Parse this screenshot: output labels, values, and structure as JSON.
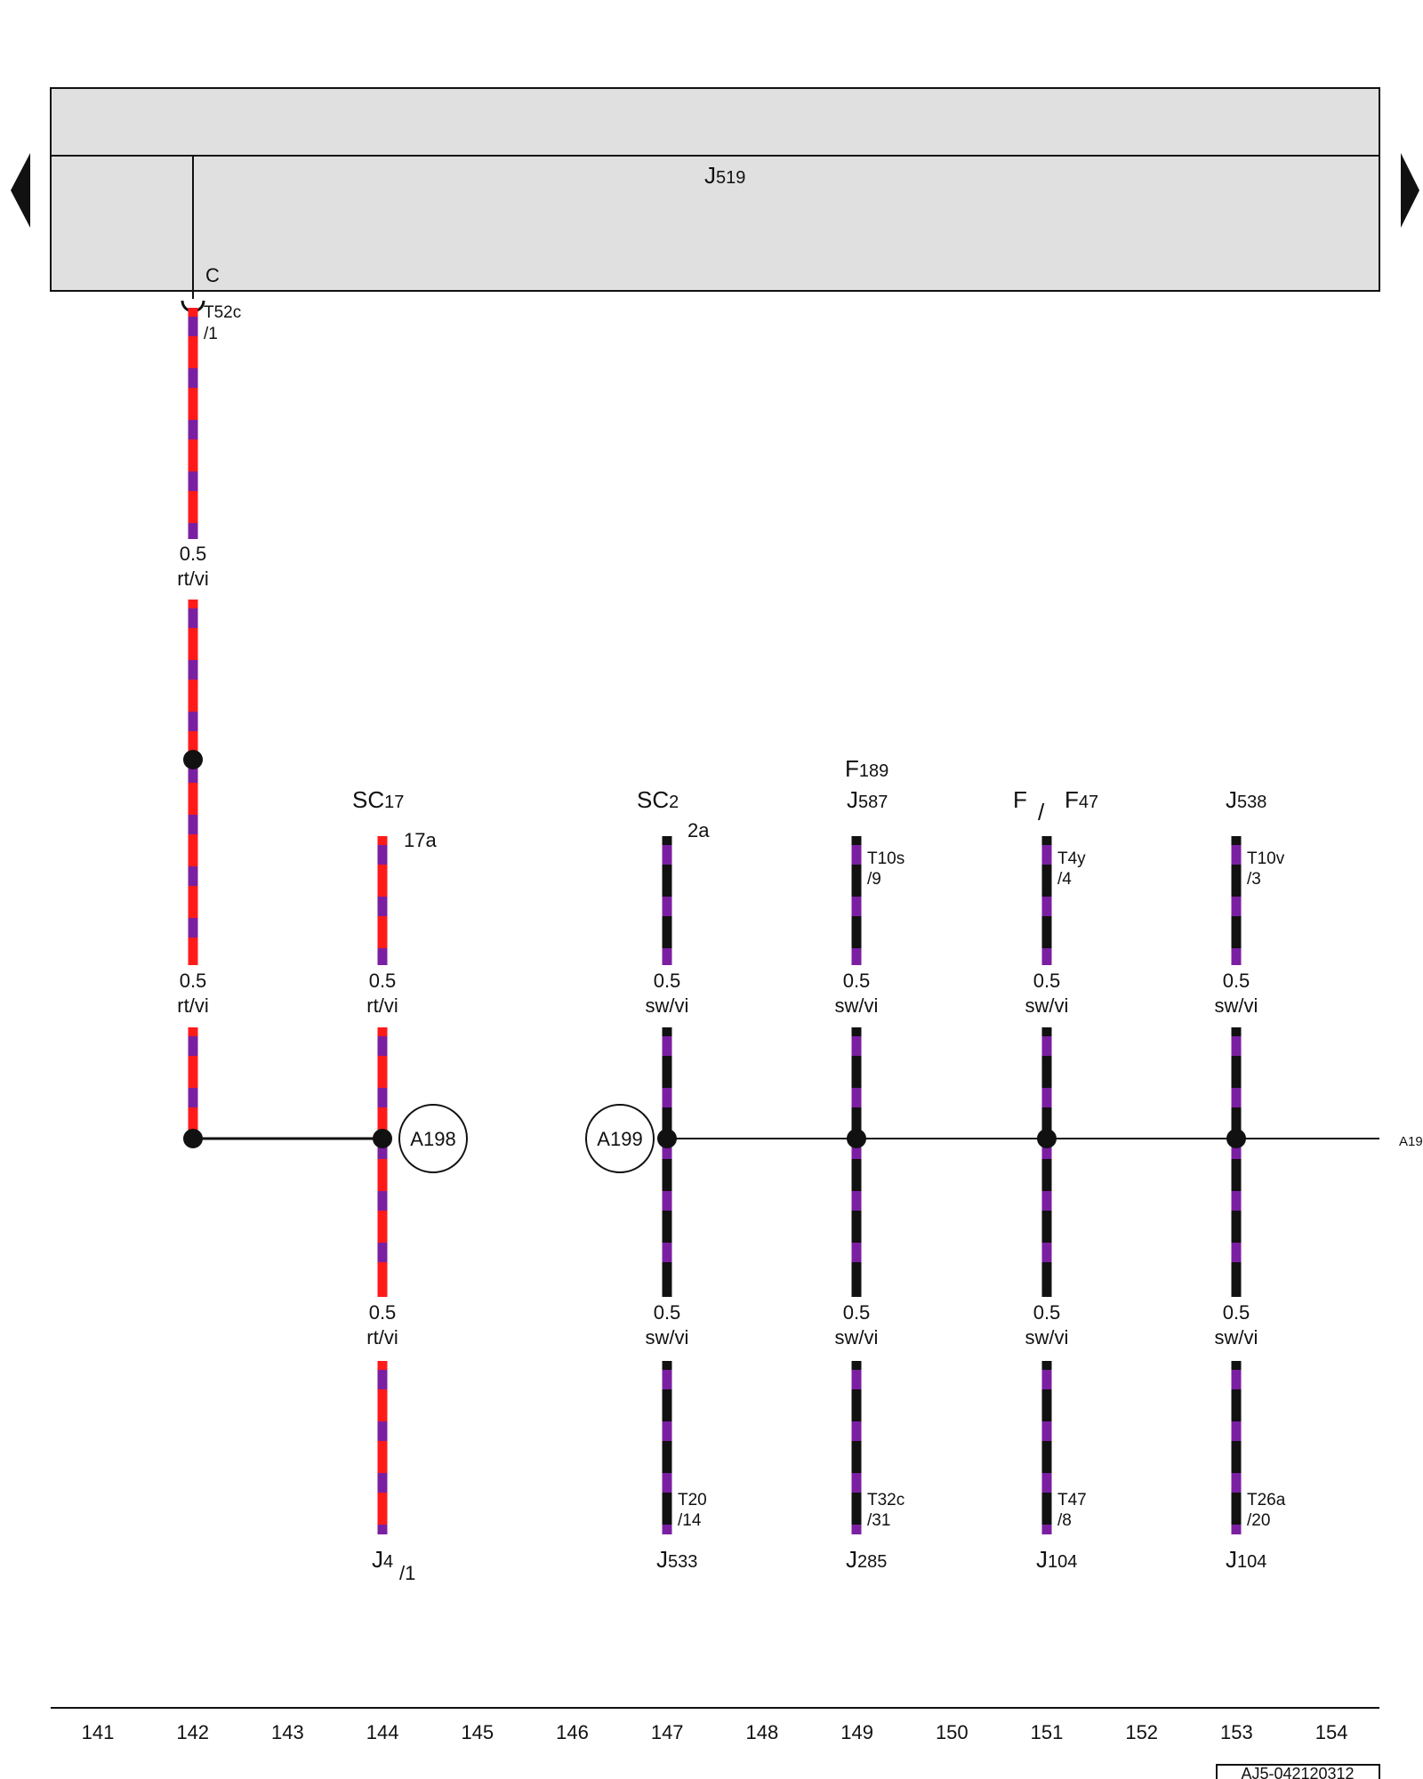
{
  "module": {
    "prefix": "J",
    "suffix": "519",
    "pin_letter": "C"
  },
  "arrows": {
    "left": "triangle-left-icon",
    "right": "triangle-right-icon"
  },
  "colors": {
    "rt": "#ff1a1a",
    "vi": "#7b1fa2",
    "sw": "#111111",
    "box": "#e0e0e0"
  },
  "wires": [
    {
      "id": "w142a",
      "gauge": "0.5",
      "color": "rt/vi",
      "top": {
        "code": "T52c",
        "pin": "/1"
      }
    },
    {
      "id": "w142b",
      "gauge": "0.5",
      "color": "rt/vi"
    },
    {
      "id": "w144a",
      "gauge": "0.5",
      "color": "rt/vi",
      "top": {
        "main": "SC",
        "sub": "17",
        "pin": "17a"
      }
    },
    {
      "id": "w144b",
      "gauge": "0.5",
      "color": "rt/vi",
      "bottom": {
        "main": "J",
        "sub": "4",
        "pin": "/1"
      }
    },
    {
      "id": "w147a",
      "gauge": "0.5",
      "color": "sw/vi",
      "top": {
        "main": "SC",
        "sub": "2",
        "pin": "2a"
      }
    },
    {
      "id": "w147b",
      "gauge": "0.5",
      "color": "sw/vi",
      "bottom": {
        "code": "T20",
        "pin": "/14",
        "main": "J",
        "sub": "533"
      }
    },
    {
      "id": "w149a",
      "gauge": "0.5",
      "color": "sw/vi",
      "top": {
        "main1": "F",
        "sub1": "189",
        "main": "J",
        "sub": "587",
        "code": "T10s",
        "pin": "/9"
      }
    },
    {
      "id": "w149b",
      "gauge": "0.5",
      "color": "sw/vi",
      "bottom": {
        "code": "T32c",
        "pin": "/31",
        "main": "J",
        "sub": "285"
      }
    },
    {
      "id": "w151a",
      "gauge": "0.5",
      "color": "sw/vi",
      "top": {
        "mainA": "F",
        "slash": "/",
        "mainB": "F",
        "subB": "47",
        "code": "T4y",
        "pin": "/4"
      }
    },
    {
      "id": "w151b",
      "gauge": "0.5",
      "color": "sw/vi",
      "bottom": {
        "code": "T47",
        "pin": "/8",
        "main": "J",
        "sub": "104"
      }
    },
    {
      "id": "w153a",
      "gauge": "0.5",
      "color": "sw/vi",
      "top": {
        "main": "J",
        "sub": "538",
        "code": "T10v",
        "pin": "/3"
      }
    },
    {
      "id": "w153b",
      "gauge": "0.5",
      "color": "sw/vi",
      "bottom": {
        "code": "T26a",
        "pin": "/20",
        "main": "J",
        "sub": "104"
      }
    }
  ],
  "connectors": {
    "a198": "A198",
    "a199": "A199",
    "continue": "A19"
  },
  "axis": [
    "141",
    "142",
    "143",
    "144",
    "145",
    "146",
    "147",
    "148",
    "149",
    "150",
    "151",
    "152",
    "153",
    "154"
  ],
  "doc_code": "AJ5-042120312"
}
